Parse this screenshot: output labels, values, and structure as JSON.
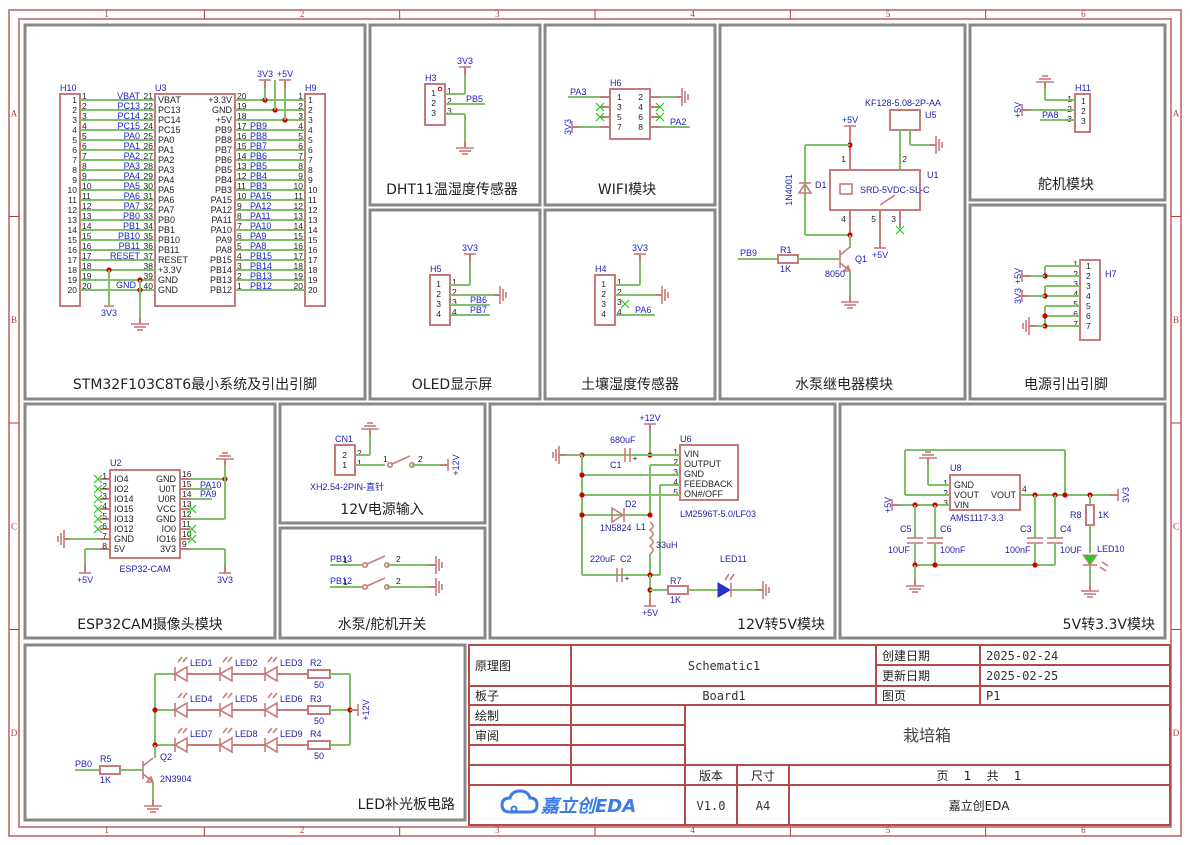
{
  "sheet": {
    "zone_columns": [
      "1",
      "2",
      "3",
      "4",
      "5",
      "6"
    ],
    "zone_rows": [
      "A",
      "B",
      "C",
      "D"
    ]
  },
  "panels": {
    "mcu": {
      "title": "STM32F103C8T6最小系统及引出引脚"
    },
    "dht11": {
      "title": "DHT11温湿度传感器"
    },
    "wifi": {
      "title": "WIFI模块"
    },
    "relay": {
      "title": "水泵继电器模块"
    },
    "servo": {
      "title": "舵机模块"
    },
    "oled": {
      "title": "OLED显示屏"
    },
    "soil": {
      "title": "土壤湿度传感器"
    },
    "power_pins": {
      "title": "电源引出引脚"
    },
    "esp32cam": {
      "title": "ESP32CAM摄像头模块"
    },
    "power12v": {
      "title": "12V电源输入"
    },
    "switches": {
      "title": "水泵/舵机开关"
    },
    "buck": {
      "title": "12V转5V模块"
    },
    "ldo": {
      "title": "5V转3.3V模块"
    },
    "led_board": {
      "title": "LED补光板电路"
    }
  },
  "mcu": {
    "h10": {
      "ref": "H10"
    },
    "u3": {
      "ref": "U3"
    },
    "h9": {
      "ref": "H9"
    },
    "left_nets": [
      "VBAT",
      "PC13",
      "PC14",
      "PC15",
      "PA0",
      "PA1",
      "PA2",
      "PA3",
      "PA4",
      "PA5",
      "PA6",
      "PA7",
      "PB0",
      "PB1",
      "PB10",
      "PB11",
      "RESET",
      "",
      "",
      ""
    ],
    "left_pins": [
      "VBAT",
      "PC13",
      "PC14",
      "PC15",
      "PA0",
      "PA1",
      "PA2",
      "PA3",
      "PA4",
      "PA5",
      "PA6",
      "PA7",
      "PB0",
      "PB1",
      "PB10",
      "PB11",
      "RESET",
      "+3.3V",
      "GND",
      "GND"
    ],
    "left_pinnums": [
      "21",
      "22",
      "23",
      "24",
      "25",
      "26",
      "27",
      "28",
      "29",
      "30",
      "31",
      "32",
      "33",
      "34",
      "35",
      "36",
      "37",
      "38",
      "39",
      "40"
    ],
    "right_pins": [
      "+3.3V",
      "GND",
      "+5V",
      "PB9",
      "PB8",
      "PB7",
      "PB6",
      "PB5",
      "PB4",
      "PB3",
      "PA15",
      "PA12",
      "PA11",
      "PA10",
      "PA9",
      "PA8",
      "PB15",
      "PB14",
      "PB13",
      "PB12"
    ],
    "right_pinnums": [
      "20",
      "19",
      "18",
      "17",
      "16",
      "15",
      "14",
      "13",
      "12",
      "11",
      "10",
      "9",
      "8",
      "7",
      "6",
      "5",
      "4",
      "3",
      "2",
      "1"
    ],
    "right_nets": [
      "",
      "",
      "",
      "PB9",
      "PB8",
      "PB7",
      "PB6",
      "PB5",
      "PB4",
      "PB3",
      "PA15",
      "PA12",
      "PA11",
      "PA10",
      "PA9",
      "PA8",
      "PB15",
      "PB14",
      "PB13",
      "PB12"
    ],
    "gnd_net": "GND",
    "pwr_3v3": "3V3",
    "pwr_5v": "+5V"
  },
  "dht11": {
    "ref": "H3",
    "pwr": "3V3",
    "net": "PB5",
    "pins": [
      "1",
      "2",
      "3"
    ]
  },
  "wifi": {
    "ref": "H6",
    "net_pa3": "PA3",
    "net_pa2": "PA2",
    "pwr": "3V3",
    "pins_left": [
      "1",
      "3",
      "5",
      "7"
    ],
    "pins_right": [
      "2",
      "4",
      "6",
      "8"
    ]
  },
  "relay": {
    "conn_ref": "U5",
    "conn_part": "KF128-5.08-2P-AA",
    "relay_ref": "U1",
    "relay_part": "SRD-5VDC-SL-C",
    "diode_ref": "D1",
    "diode_part": "1N4001",
    "res_ref": "R1",
    "res_val": "1K",
    "q_ref": "Q1",
    "q_part": "8050",
    "net": "PB9",
    "pwr": "+5V",
    "pwr2": "+5V",
    "pins": [
      "1",
      "2",
      "4",
      "5",
      "3"
    ]
  },
  "servo": {
    "ref": "H11",
    "pwr": "+5V",
    "net": "PA8",
    "pins": [
      "1",
      "2",
      "3"
    ]
  },
  "oled": {
    "ref": "H5",
    "pwr": "3V3",
    "net_scl": "PB6",
    "net_sda": "PB7",
    "pins": [
      "1",
      "2",
      "3",
      "4"
    ]
  },
  "soil": {
    "ref": "H4",
    "pwr": "3V3",
    "net": "PA6",
    "pins": [
      "1",
      "2",
      "3",
      "4"
    ]
  },
  "power_pins": {
    "ref": "H7",
    "pwr_5v": "+5V",
    "pwr_3v3": "3V3",
    "pins": [
      "1",
      "2",
      "3",
      "4",
      "5",
      "6",
      "7"
    ]
  },
  "esp32cam": {
    "ref": "U2",
    "part": "ESP32-CAM",
    "left_pins": [
      "IO4",
      "IO2",
      "IO14",
      "IO15",
      "IO13",
      "IO12",
      "GND",
      "5V"
    ],
    "left_nums": [
      "1",
      "2",
      "3",
      "4",
      "5",
      "6",
      "7",
      "8"
    ],
    "right_pins": [
      "GND",
      "U0T",
      "U0R",
      "VCC",
      "GND",
      "IO0",
      "IO16",
      "3V3"
    ],
    "right_nums": [
      "16",
      "15",
      "14",
      "13",
      "12",
      "11",
      "10",
      "9"
    ],
    "net_tx": "PA10",
    "net_rx": "PA9",
    "pwr_5v": "+5V",
    "pwr_3v3": "3V3"
  },
  "power12v": {
    "ref": "CN1",
    "part": "XH2.54-2PIN-直针",
    "pwr": "+12V",
    "pins": [
      "2",
      "1"
    ],
    "sw_pins": [
      "1",
      "2"
    ]
  },
  "switches": {
    "nets": [
      "PB13",
      "PB12"
    ],
    "sw_pins": [
      "1",
      "2"
    ]
  },
  "buck": {
    "ic_ref": "U6",
    "ic_part": "LM2596T-5.0/LF03",
    "ic_pins": [
      "VIN",
      "OUTPUT",
      "GND",
      "FEEDBACK",
      "ON#/OFF"
    ],
    "ic_nums": [
      "1",
      "2",
      "3",
      "4",
      "5"
    ],
    "c1_ref": "C1",
    "c1_val": "680uF",
    "c2_ref": "C2",
    "c2_val": "220uF",
    "d2_ref": "D2",
    "d2_part": "1N5824",
    "l1_ref": "L1",
    "l1_val": "33uH",
    "r7_ref": "R7",
    "r7_val": "1K",
    "led_ref": "LED11",
    "pwr_in": "+12V",
    "pwr_out": "+5V"
  },
  "ldo": {
    "ic_ref": "U8",
    "ic_part": "AMS1117-3.3",
    "ic_pins": [
      "GND",
      "VOUT",
      "VIN"
    ],
    "ic_nums": [
      "1",
      "2",
      "3"
    ],
    "out_pin": "VOUT",
    "out_num": "4",
    "caps": [
      {
        "ref": "C5",
        "val": "10UF"
      },
      {
        "ref": "C6",
        "val": "100nF"
      },
      {
        "ref": "C3",
        "val": "100nF"
      },
      {
        "ref": "C4",
        "val": "10UF"
      }
    ],
    "r_ref": "R8",
    "r_val": "1K",
    "led_ref": "LED10",
    "pwr_in": "+5V",
    "pwr_out": "3V3"
  },
  "led_board": {
    "leds": [
      "LED1",
      "LED2",
      "LED3",
      "LED4",
      "LED5",
      "LED6",
      "LED7",
      "LED8",
      "LED9"
    ],
    "resistors": [
      {
        "ref": "R2",
        "val": "50"
      },
      {
        "ref": "R3",
        "val": "50"
      },
      {
        "ref": "R4",
        "val": "50"
      }
    ],
    "pwr": "+12V",
    "r5_ref": "R5",
    "r5_val": "1K",
    "net": "PB0",
    "q_ref": "Q2",
    "q_part": "2N3904"
  },
  "title_block": {
    "label_schematic": "原理图",
    "schematic": "Schematic1",
    "label_created": "创建日期",
    "created": "2025-02-24",
    "label_updated": "更新日期",
    "updated": "2025-02-25",
    "label_board": "板子",
    "board": "Board1",
    "label_page": "图页",
    "page": "P1",
    "label_drawn": "绘制",
    "label_reviewed": "审阅",
    "project": "栽培箱",
    "label_version": "版本",
    "label_size": "尺寸",
    "page_of": "页    1    共    1",
    "version": "V1.0",
    "size": "A4",
    "company": "嘉立创EDA",
    "logo_text": "嘉立创EDA"
  }
}
